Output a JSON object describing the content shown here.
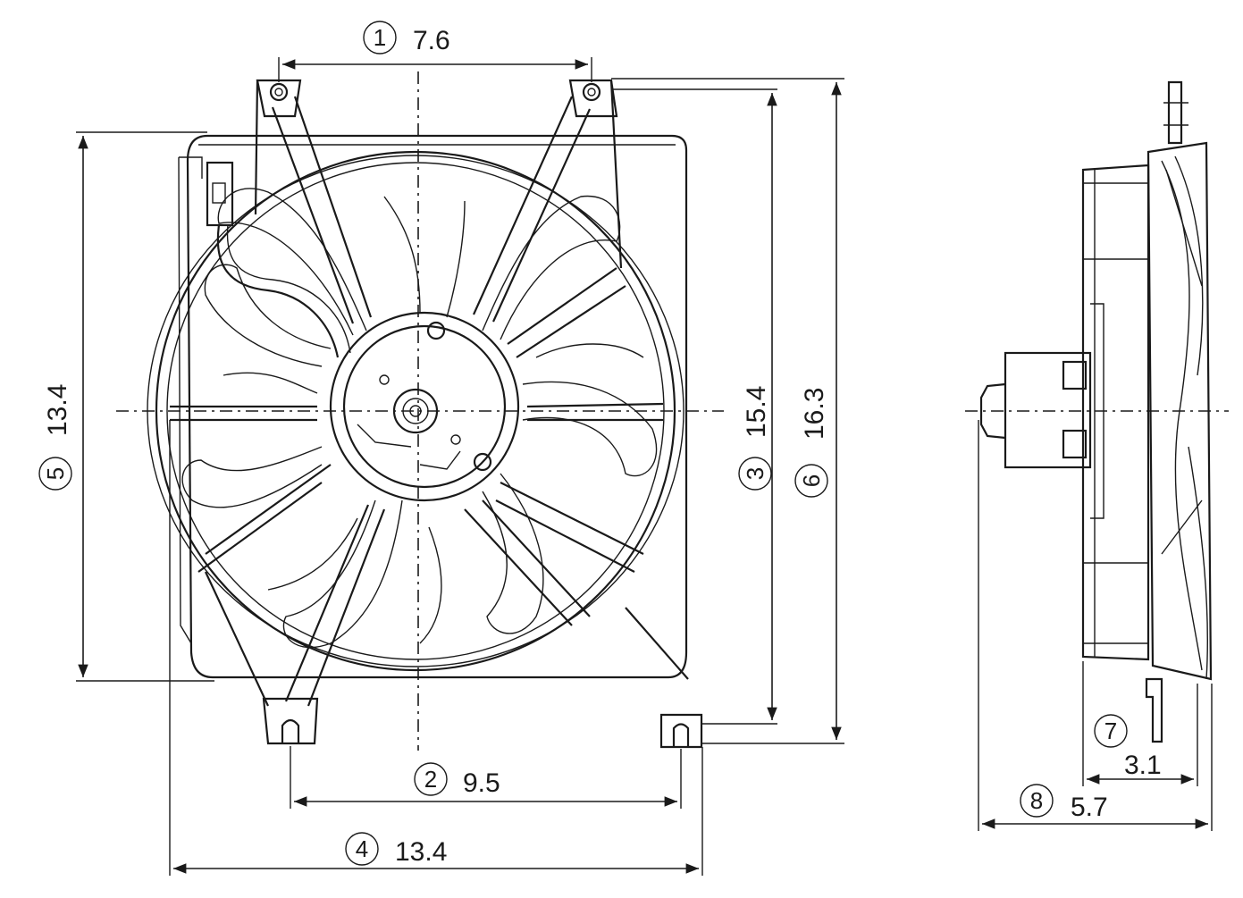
{
  "colors": {
    "line": "#1a1a1a",
    "background": "#ffffff"
  },
  "dimensions": [
    {
      "id": "1",
      "value": "7.6"
    },
    {
      "id": "2",
      "value": "9.5"
    },
    {
      "id": "3",
      "value": "15.4"
    },
    {
      "id": "4",
      "value": "13.4"
    },
    {
      "id": "5",
      "value": "13.4"
    },
    {
      "id": "6",
      "value": "16.3"
    },
    {
      "id": "7",
      "value": "3.1"
    },
    {
      "id": "8",
      "value": "5.7"
    }
  ]
}
